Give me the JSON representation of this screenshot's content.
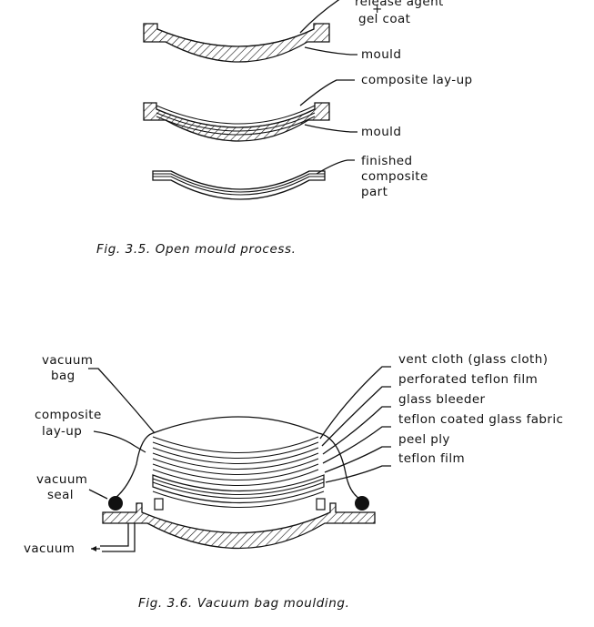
{
  "figure_1": {
    "labels": {
      "release_agent": "release agent",
      "plus": "+",
      "gel_coat": "gel coat",
      "mould_top": "mould",
      "composite_layup": "composite lay-up",
      "mould_bottom": "mould",
      "finished_1": "finished",
      "finished_2": "composite",
      "finished_3": "part"
    },
    "caption": "Fig. 3.5.   Open   mould   process."
  },
  "figure_2": {
    "labels": {
      "vacuum_bag_1": "vacuum",
      "vacuum_bag_2": "bag",
      "composite_layup_1": "composite",
      "composite_layup_2": "lay-up",
      "vacuum_seal_1": "vacuum",
      "vacuum_seal_2": "seal",
      "vacuum": "vacuum",
      "vent_cloth": "vent cloth (glass cloth)",
      "perforated_film": "perforated teflon film",
      "glass_bleeder": "glass bleeder",
      "teflon_fabric": "teflon coated glass fabric",
      "peel_ply": "peel ply",
      "teflon_film": "teflon film"
    },
    "caption": "Fig. 3.6.     Vacuum    bag    moulding."
  }
}
